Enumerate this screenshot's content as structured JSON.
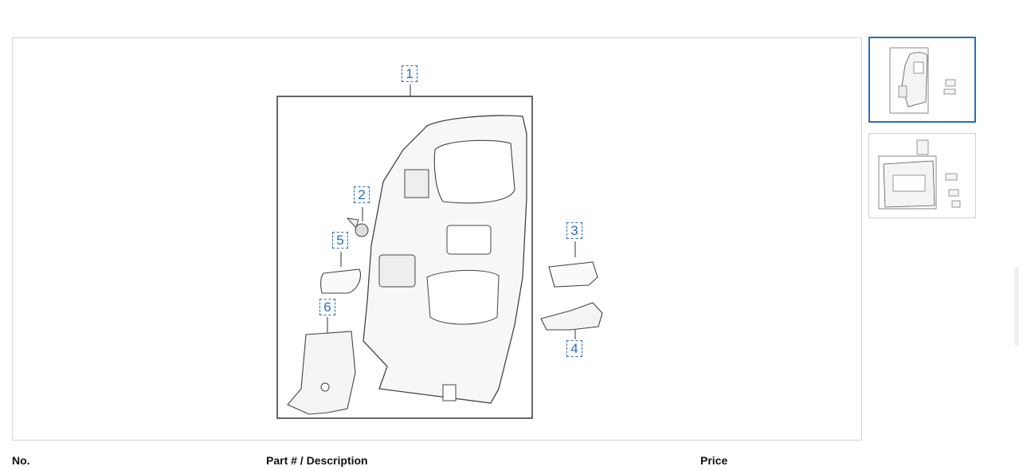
{
  "diagram": {
    "callouts": [
      "1",
      "2",
      "3",
      "4",
      "5",
      "6"
    ]
  },
  "thumbnails": [
    {
      "selected": true
    },
    {
      "selected": false
    }
  ],
  "table_header": {
    "col_no": "No.",
    "col_part": "Part # / Description",
    "col_price": "Price"
  },
  "colors": {
    "accent": "#2a6db5",
    "border": "#d4d4d4"
  }
}
